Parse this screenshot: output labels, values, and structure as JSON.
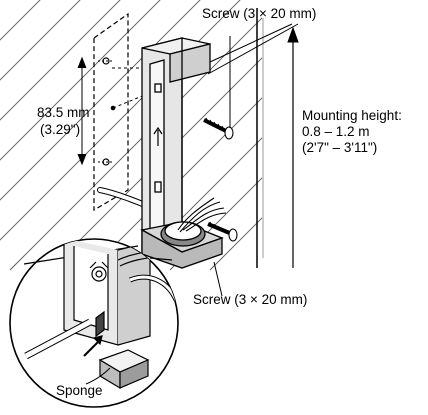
{
  "labels": {
    "screw_top": "Screw (3 × 20 mm)",
    "screw_bottom": "Screw (3 × 20 mm)",
    "hole_spacing_mm": "83.5 mm",
    "hole_spacing_in": "(3.29\")",
    "mounting_height_label": "Mounting height:",
    "mounting_height_m": "0.8 – 1.2 m",
    "mounting_height_ft": "(2'7\" – 3'11\")",
    "sponge": "Sponge"
  },
  "colors": {
    "line": "#000000",
    "wall_hatch": "#555555",
    "bracket_fill": "#e6e6e6",
    "bracket_shade": "#b9b9b9",
    "background": "#ffffff"
  }
}
